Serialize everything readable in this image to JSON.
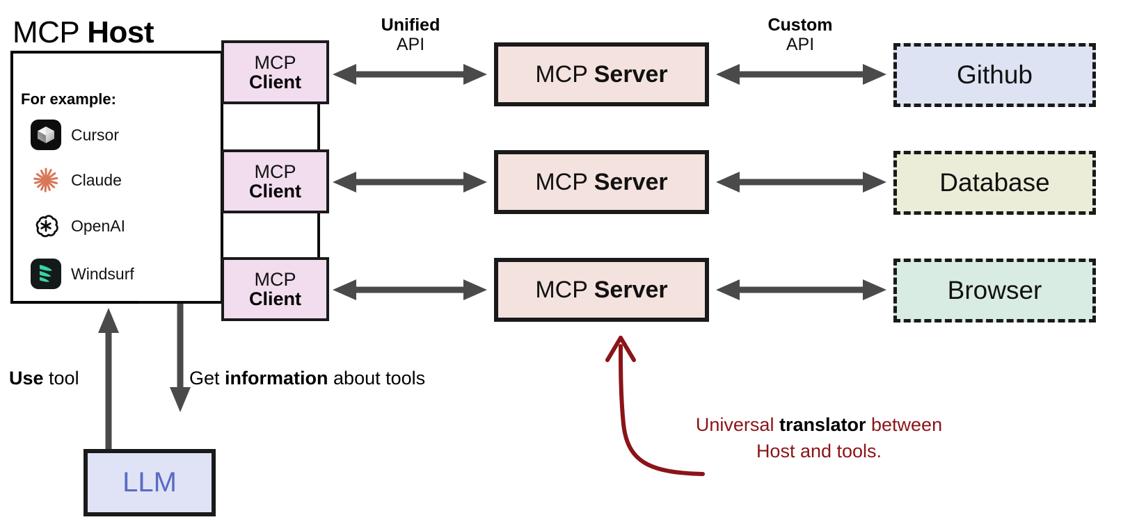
{
  "host": {
    "title_regular": "MCP ",
    "title_bold": "Host",
    "for_example_label": "For example:",
    "examples": [
      {
        "label": "Cursor",
        "icon": "cursor-icon"
      },
      {
        "label": "Claude",
        "icon": "claude-icon"
      },
      {
        "label": "OpenAI",
        "icon": "openai-icon"
      },
      {
        "label": "Windsurf",
        "icon": "windsurf-icon"
      }
    ]
  },
  "clients": [
    {
      "line1": "MCP",
      "line2": "Client"
    },
    {
      "line1": "MCP",
      "line2": "Client"
    },
    {
      "line1": "MCP",
      "line2": "Client"
    }
  ],
  "servers": [
    {
      "regular": "MCP ",
      "bold": "Server"
    },
    {
      "regular": "MCP ",
      "bold": "Server"
    },
    {
      "regular": "MCP ",
      "bold": "Server"
    }
  ],
  "tools": [
    {
      "label": "Github",
      "fill": "#dde3f2"
    },
    {
      "label": "Database",
      "fill": "#ecedd9"
    },
    {
      "label": "Browser",
      "fill": "#d9ece4"
    }
  ],
  "connections": {
    "client_server": {
      "kind": "Unified",
      "api": "API",
      "icon": "double-arrow-horizontal-icon"
    },
    "server_tool": {
      "kind": "Custom",
      "api": "API",
      "icon": "double-arrow-horizontal-icon"
    }
  },
  "llm": {
    "label": "LLM"
  },
  "captions": {
    "use_tool_bold": "Use",
    "use_tool_rest": " tool",
    "get_info_pre": "Get ",
    "get_info_bold": "information",
    "get_info_post": " about tools"
  },
  "annotation": {
    "line1_pre": "Universal ",
    "line1_bold": "translator",
    "line1_post": " between",
    "line2": "Host and tools."
  },
  "colors": {
    "client_fill": "#f2ddef",
    "server_fill": "#f4e2de",
    "llm_fill": "#dfe3f5",
    "llm_text": "#5b6ac4",
    "annotation_red": "#8b1418",
    "arrow_gray": "#4a4a4a",
    "outline": "#1a1a1a"
  }
}
